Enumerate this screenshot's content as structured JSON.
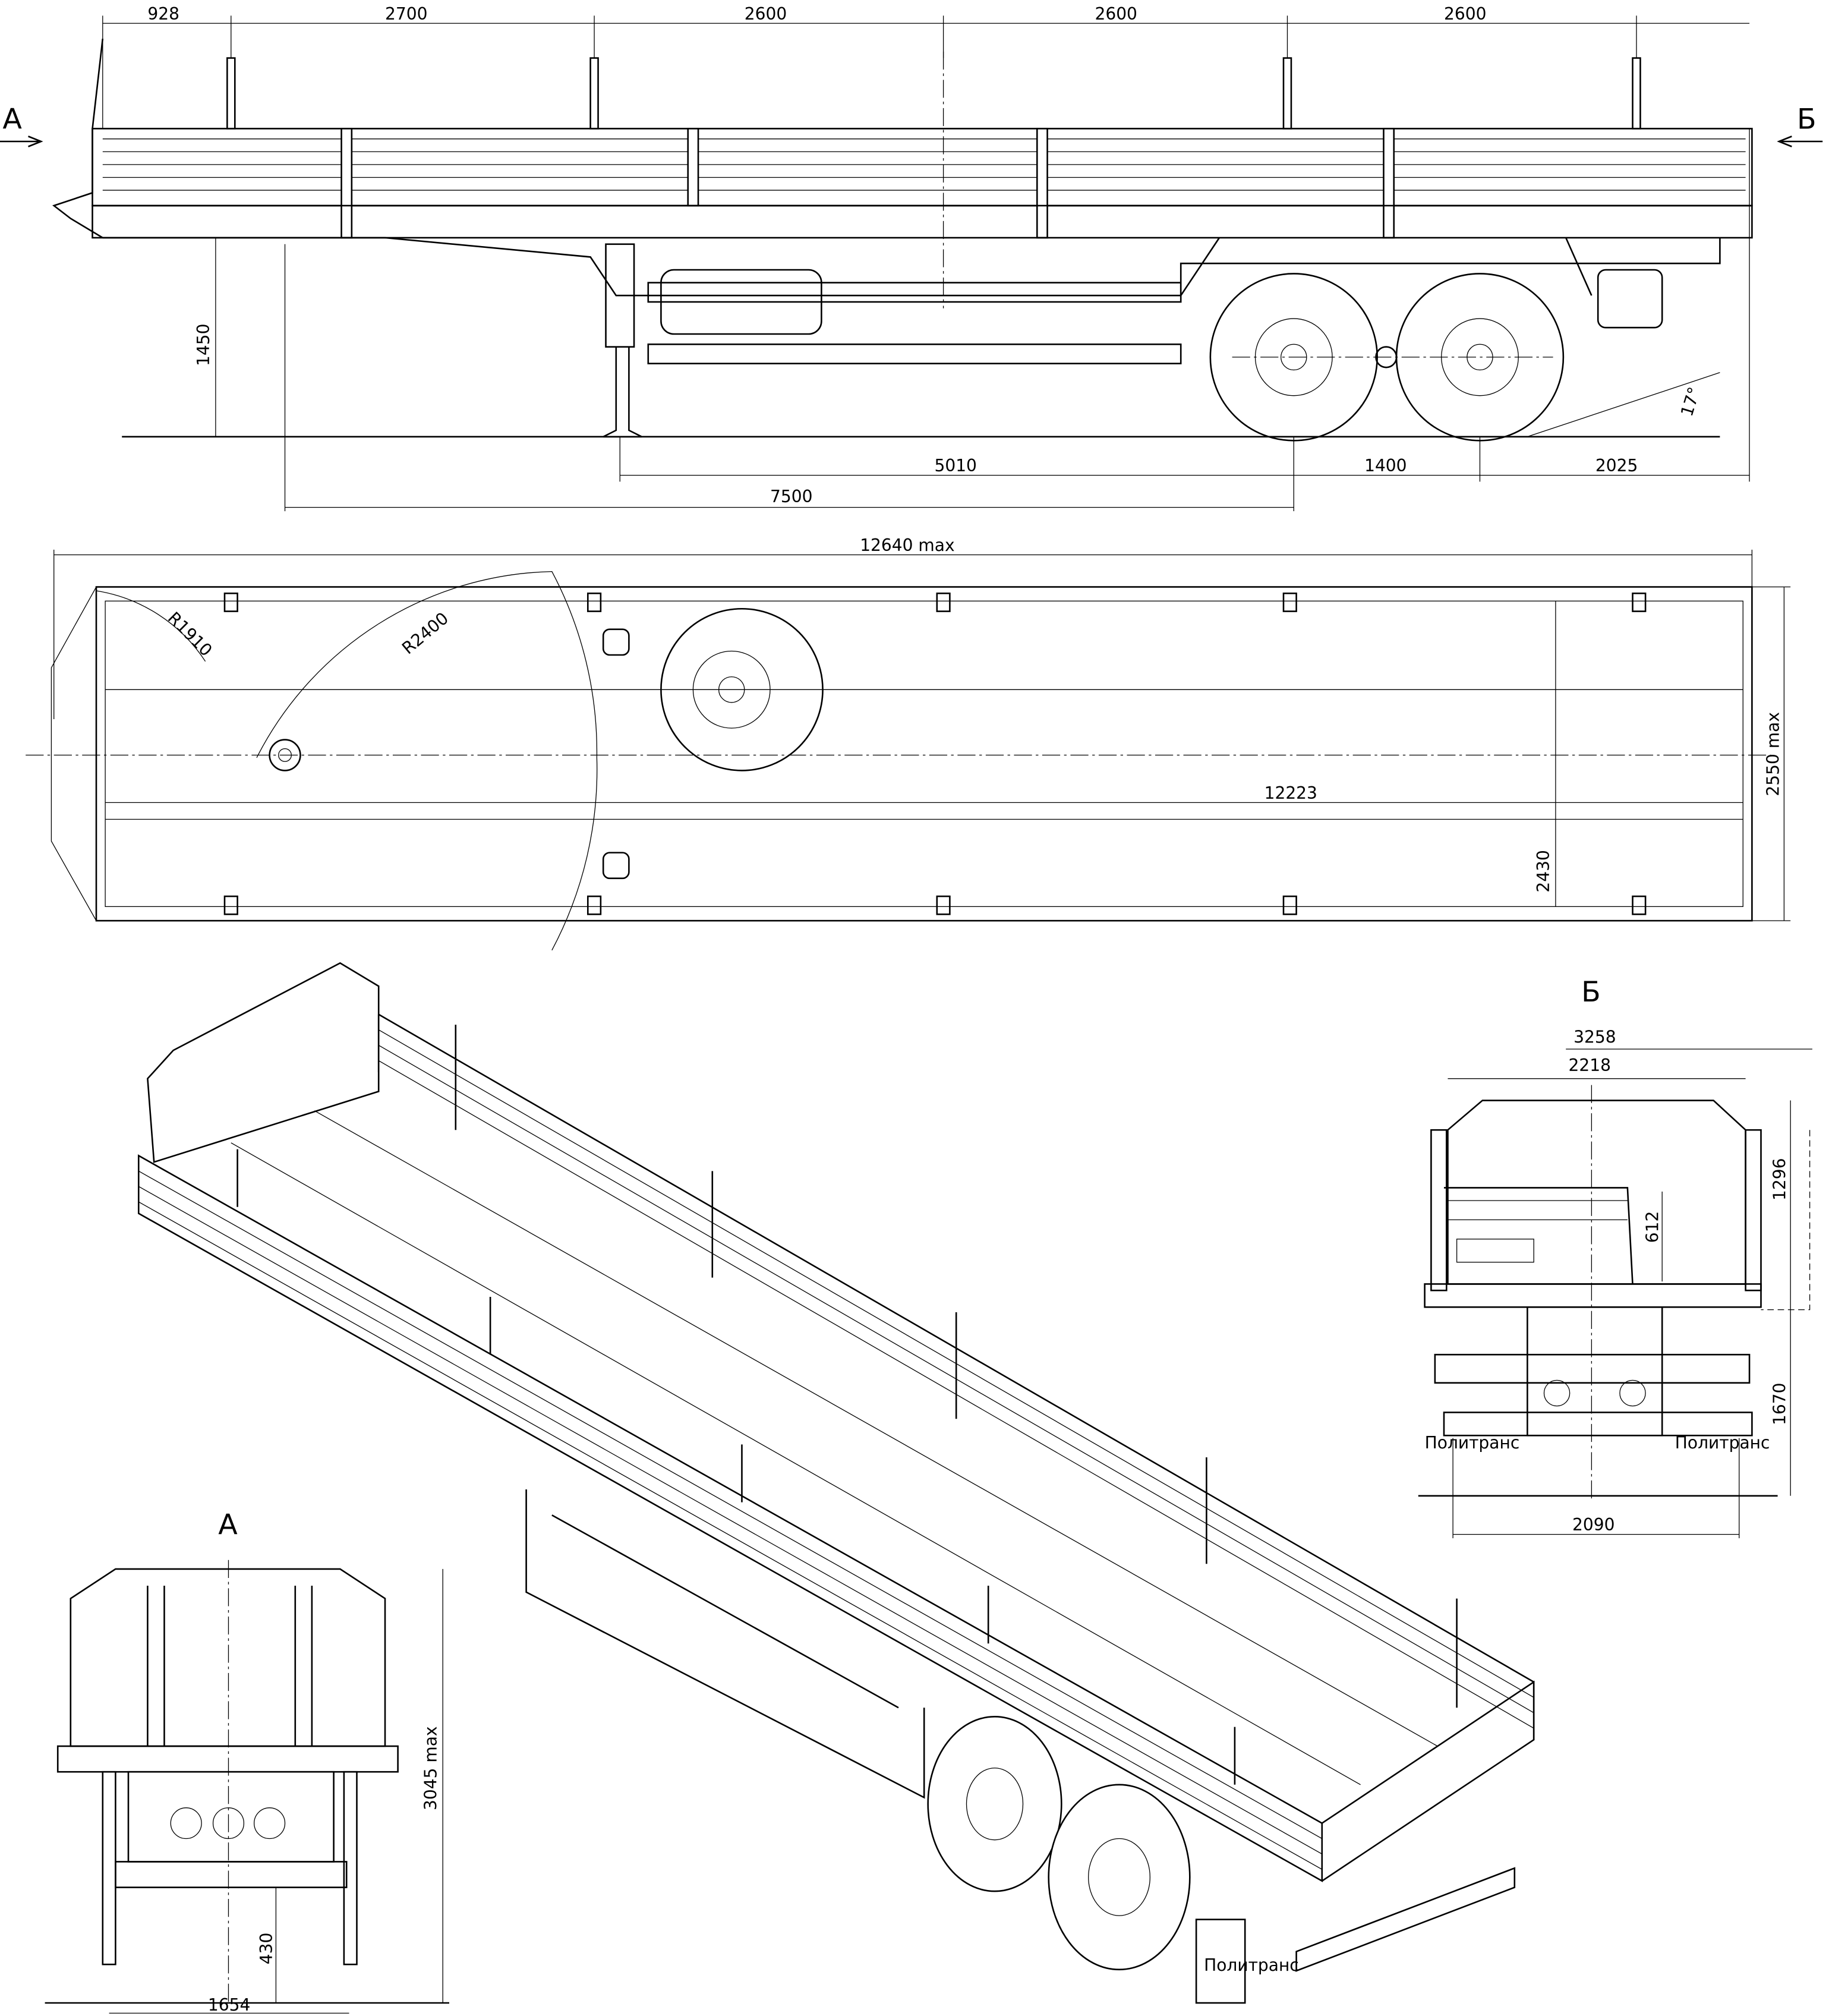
{
  "side_view": {
    "top_dims": [
      "928",
      "2700",
      "2600",
      "2600",
      "2600"
    ],
    "height_dim": "1450",
    "bottom_dims": [
      "5010",
      "1400",
      "2025"
    ],
    "kingpin_dim": "7500",
    "angle": "17°",
    "arrow_a": "А",
    "arrow_b": "Б"
  },
  "top_view": {
    "overall_length": "12640 max",
    "radius_front": "R1910",
    "radius_swing": "R2400",
    "inner_length": "12223",
    "overall_width": "2550 max",
    "inner_width": "2430"
  },
  "view_b": {
    "title": "Б",
    "width_outer": "3258",
    "width_inner": "2218",
    "stake_height": "1296",
    "side_height": "612",
    "deck_height": "1670",
    "track": "2090",
    "brand": "Политранс"
  },
  "view_a": {
    "title": "А",
    "height": "3045 max",
    "clearance": "430",
    "leg_span": "1654"
  },
  "iso_view": {
    "brand": "Политранс"
  }
}
